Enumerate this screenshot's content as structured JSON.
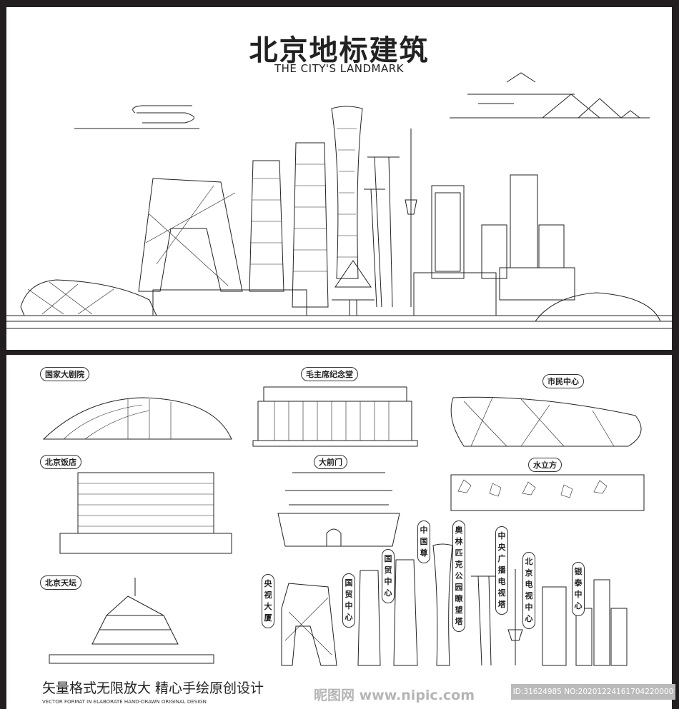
{
  "header": {
    "title": "北京地标建筑",
    "subtitle": "THE CITY'S LANDMARK"
  },
  "labels": {
    "grand_theatre": "国家大剧院",
    "mausoleum": "毛主席纪念堂",
    "civic_center": "市民中心",
    "beijing_hotel": "北京饭店",
    "qianmen": "大前门",
    "water_cube": "水立方",
    "temple_of_heaven": "北京天坛",
    "cctv": "央视大厦",
    "cwtc1": "国贸中心",
    "cwtc2": "国贸中心",
    "citic": "中国尊",
    "olympic_tower": "奥林匹克公园瞭望塔",
    "cctv_tower": "中央广播电视塔",
    "btv": "北京电视中心",
    "yintai": "银泰中心"
  },
  "footer": {
    "slogan": "矢量格式无限放大 精心手绘原创设计",
    "slogan_en": "VECTOR FORMAT IN ELABORATE HAND-DRAWN ORIGINAL DESIGN",
    "watermark": "昵图网 www.nipic.com",
    "id_text": "ID:31624985 NO:20201224161704220000"
  }
}
